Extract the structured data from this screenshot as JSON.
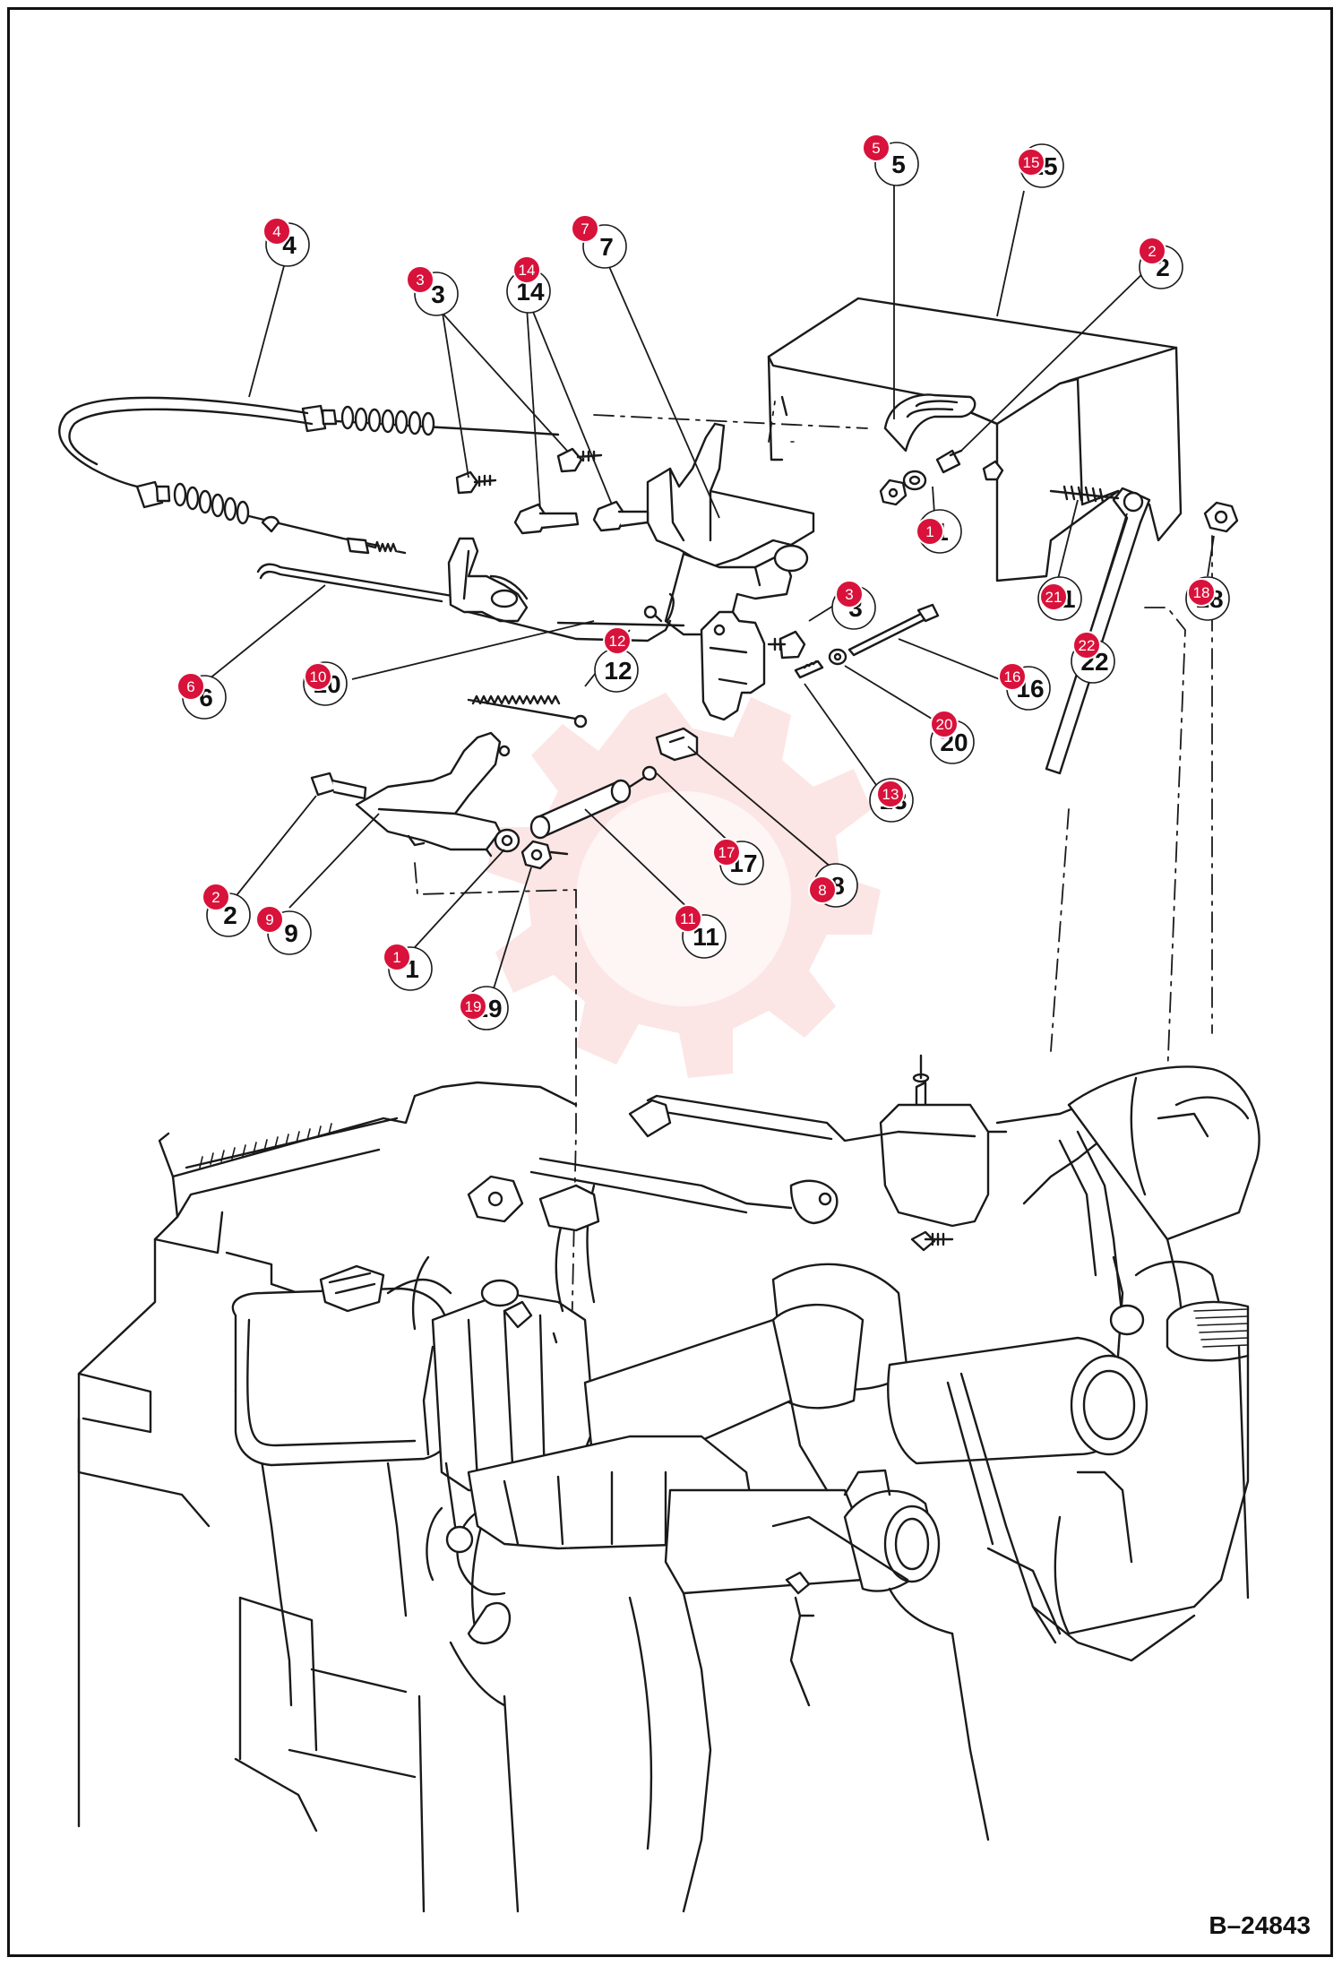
{
  "drawing_number": "B–24843",
  "callouts": [
    {
      "id": "c5",
      "number": "5"
    },
    {
      "id": "c15",
      "number": "15"
    },
    {
      "id": "c4",
      "number": "4"
    },
    {
      "id": "c7",
      "number": "7"
    },
    {
      "id": "c2a",
      "number": "2"
    },
    {
      "id": "c3a",
      "number": "3"
    },
    {
      "id": "c14",
      "number": "14"
    },
    {
      "id": "c1a",
      "number": "1"
    },
    {
      "id": "c3b",
      "number": "3"
    },
    {
      "id": "c21",
      "number": "21"
    },
    {
      "id": "c18",
      "number": "18"
    },
    {
      "id": "c12",
      "number": "12"
    },
    {
      "id": "c22",
      "number": "22"
    },
    {
      "id": "c16",
      "number": "16"
    },
    {
      "id": "c6",
      "number": "6"
    },
    {
      "id": "c10",
      "number": "10"
    },
    {
      "id": "c20",
      "number": "20"
    },
    {
      "id": "c13",
      "number": "13"
    },
    {
      "id": "c17",
      "number": "17"
    },
    {
      "id": "c8",
      "number": "8"
    },
    {
      "id": "c2b",
      "number": "2"
    },
    {
      "id": "c9",
      "number": "9"
    },
    {
      "id": "c11",
      "number": "11"
    },
    {
      "id": "c1b",
      "number": "1"
    },
    {
      "id": "c19",
      "number": "19"
    }
  ],
  "icons": {
    "watermark": "gear-logo-watermark"
  }
}
